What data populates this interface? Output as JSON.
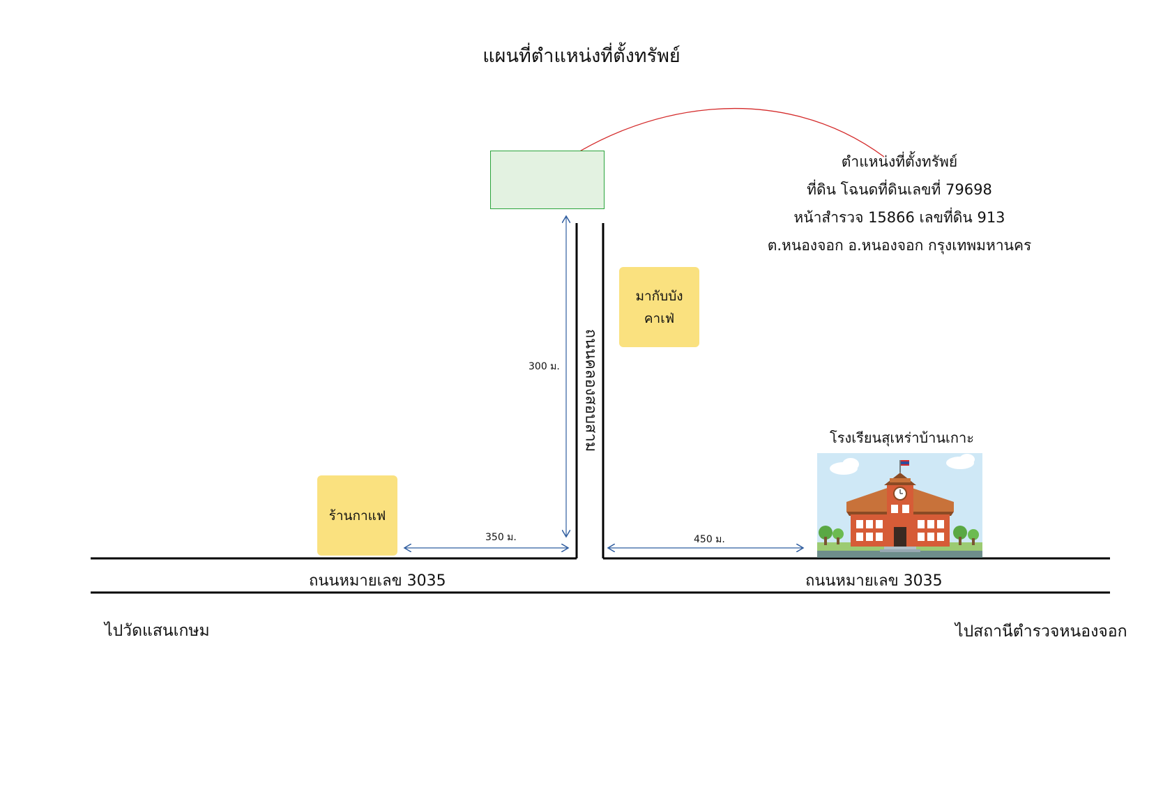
{
  "title": "แผนที่ตำแหน่งที่ตั้งทรัพย์",
  "property_info": {
    "line1": "ตำแหน่งที่ตั้งทรัพย์",
    "line2": "ที่ดิน  โฉนดที่ดินเลขที่ 79698",
    "line3": "หน้าสำรวจ 15866  เลขที่ดิน 913",
    "line4": "ต.หนองจอก อ.หนองจอก กรุงเทพมหานคร"
  },
  "landmarks": {
    "cafe_right_line1": "มากับบัง",
    "cafe_right_line2": "คาเฟ่",
    "cafe_left": "ร้านกาแฟ",
    "school": "โรงเรียนสุเหร่าบ้านเกาะ"
  },
  "roads": {
    "side_road": "ถนนคลองสอบสาม",
    "main_left": "ถนนหมายเลข 3035",
    "main_right": "ถนนหมายเลข 3035"
  },
  "distances": {
    "vertical": "300 ม.",
    "left": "350 ม.",
    "right": "450 ม."
  },
  "directions": {
    "left": "ไปวัดแสนเกษม",
    "right": "ไปสถานีตำรวจหนองจอก"
  },
  "colors": {
    "road": "#000000",
    "dimension_line": "#2f5d9f",
    "pointer_arrow": "#d42a2a",
    "property_fill": "#e3f2e1",
    "property_border": "#29a33a",
    "landmark_fill": "#fae17f"
  }
}
